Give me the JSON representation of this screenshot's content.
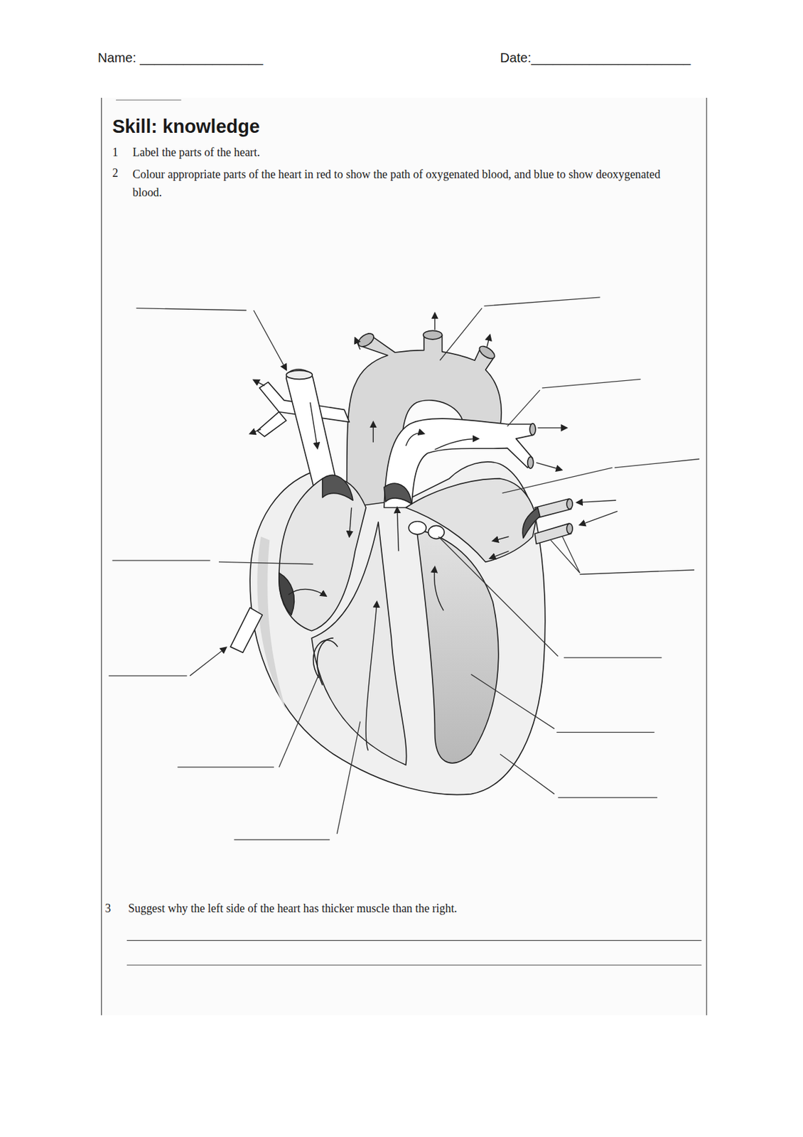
{
  "diagram": {
    "title": "Skill: knowledge",
    "labels": [
      "Name: _________________",
      "Date:______________________",
      "1",
      "Label the parts of the heart.",
      "2",
      "Colour appropriate parts of the heart in red to show the path of oxygenated blood, and blue to show deoxygenated blood.",
      "3",
      "Suggest why the left side of the heart has thicker muscle than the right."
    ]
  }
}
